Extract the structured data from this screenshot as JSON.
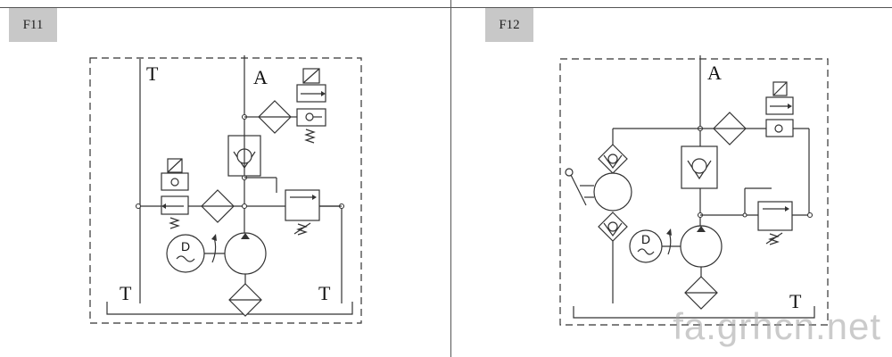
{
  "figures": [
    {
      "label": "F11",
      "ports": {
        "pressure": "A",
        "tank_top_left": "T",
        "tank_bottom_left": "T",
        "tank_bottom_right": "T"
      },
      "motor_symbol": "D"
    },
    {
      "label": "F12",
      "ports": {
        "pressure": "A",
        "tank_bottom_right": "T"
      },
      "motor_symbol": "D"
    }
  ],
  "watermark": "fa.grhcn.net",
  "colors": {
    "line": "#333333",
    "label_bg": "#c8c8c8"
  }
}
